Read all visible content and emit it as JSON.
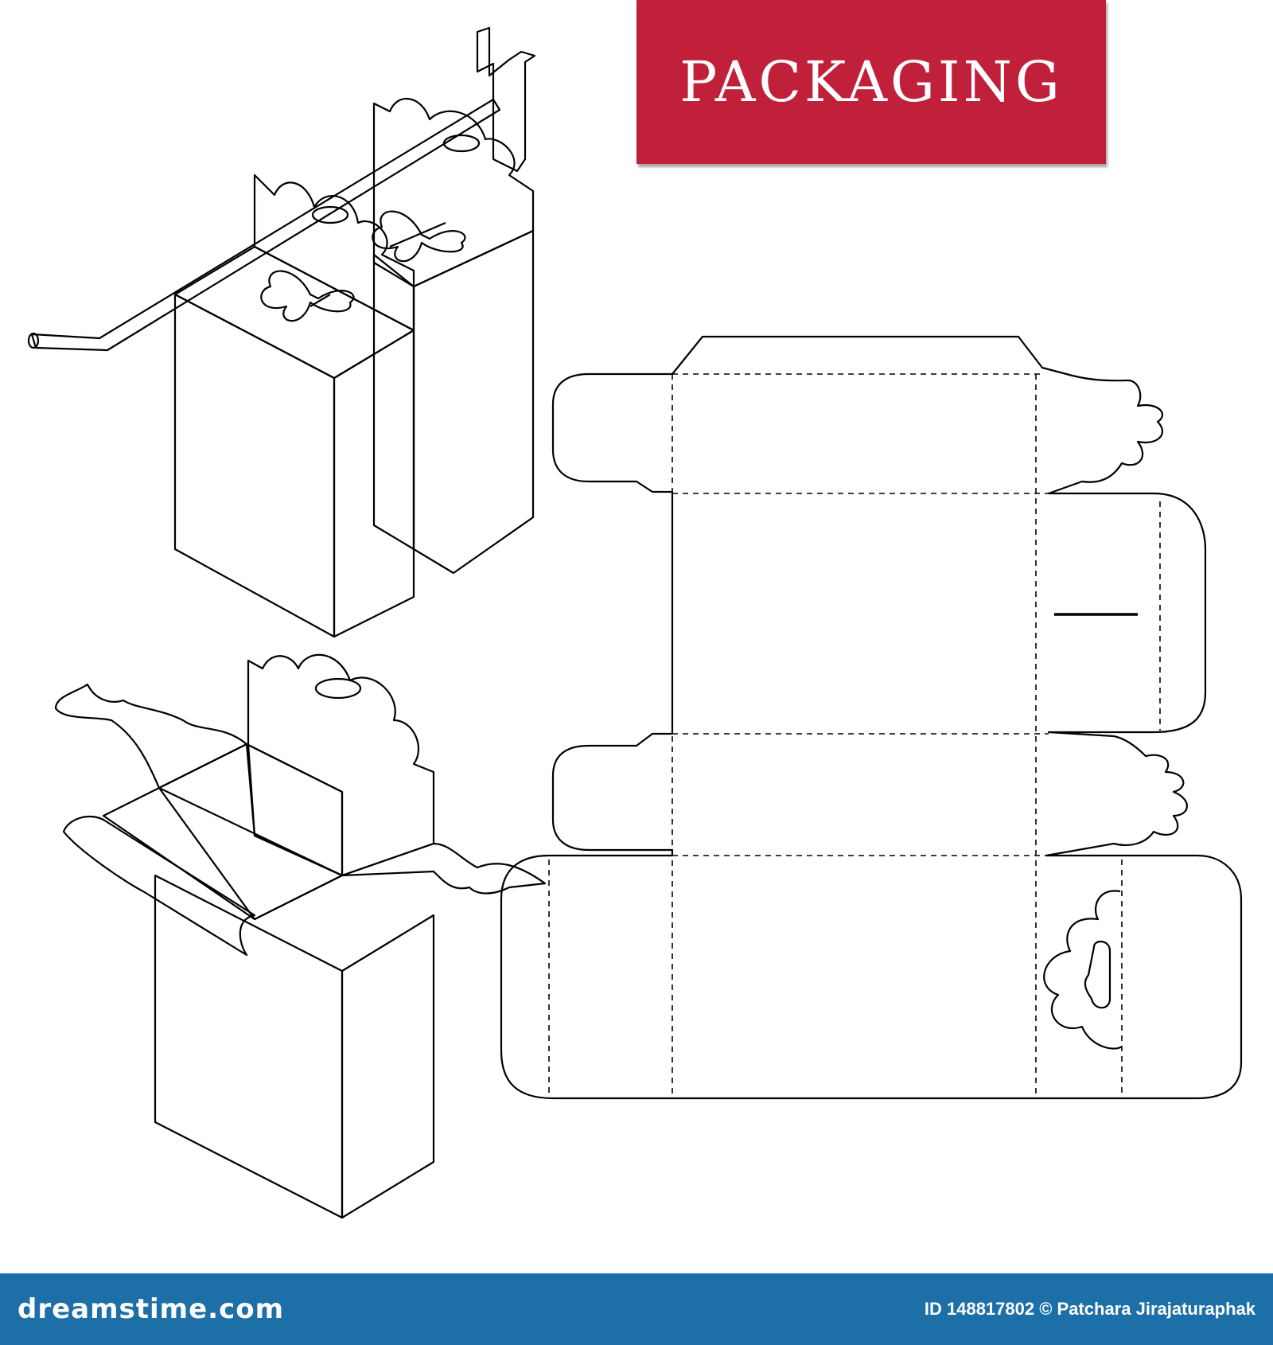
{
  "title": "PACKAGING",
  "footer": {
    "logo": "dreamstime.com",
    "credit": "ID 148817802 © Patchara Jirajaturaphak"
  },
  "colors": {
    "badge": "#c0203a",
    "pink": "#f2b8d6",
    "pink_dark": "#d17ab0",
    "footer": "#1d6fa8"
  }
}
